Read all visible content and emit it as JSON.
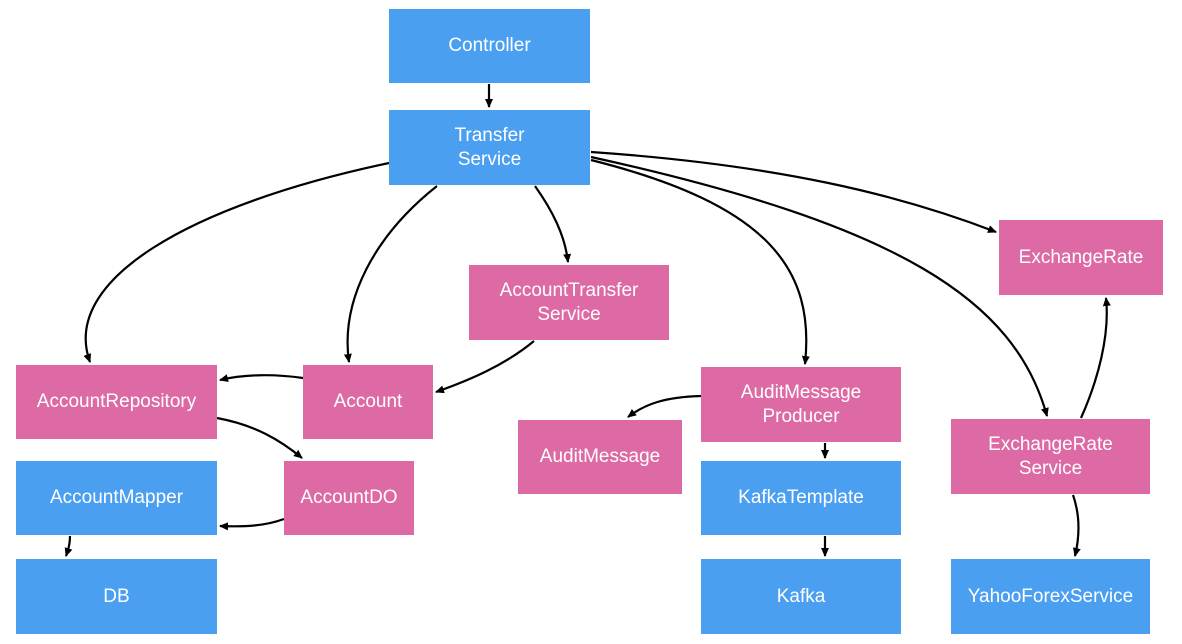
{
  "colors": {
    "infrastructure": "#4a9ff0",
    "domain": "#dd6aa4",
    "edge": "#000000"
  },
  "nodes": {
    "controller": {
      "lines": [
        "Controller"
      ],
      "color": "blue"
    },
    "transfer_service": {
      "lines": [
        "Transfer",
        "Service"
      ],
      "color": "blue"
    },
    "account_transfer_service": {
      "lines": [
        "AccountTransfer",
        "Service"
      ],
      "color": "pink"
    },
    "exchange_rate": {
      "lines": [
        "ExchangeRate"
      ],
      "color": "pink"
    },
    "account_repository": {
      "lines": [
        "AccountRepository"
      ],
      "color": "pink"
    },
    "account": {
      "lines": [
        "Account"
      ],
      "color": "pink"
    },
    "audit_message_producer": {
      "lines": [
        "AuditMessage",
        "Producer"
      ],
      "color": "pink"
    },
    "exchange_rate_service": {
      "lines": [
        "ExchangeRate",
        "Service"
      ],
      "color": "pink"
    },
    "audit_message": {
      "lines": [
        "AuditMessage"
      ],
      "color": "pink"
    },
    "account_mapper": {
      "lines": [
        "AccountMapper"
      ],
      "color": "blue"
    },
    "account_do": {
      "lines": [
        "AccountDO"
      ],
      "color": "pink"
    },
    "kafka_template": {
      "lines": [
        "KafkaTemplate"
      ],
      "color": "blue"
    },
    "db": {
      "lines": [
        "DB"
      ],
      "color": "blue"
    },
    "kafka": {
      "lines": [
        "Kafka"
      ],
      "color": "blue"
    },
    "yahoo_forex_service": {
      "lines": [
        "YahooForexService"
      ],
      "color": "blue"
    }
  },
  "edges": [
    {
      "from": "controller",
      "to": "transfer_service"
    },
    {
      "from": "transfer_service",
      "to": "account_repository"
    },
    {
      "from": "transfer_service",
      "to": "account"
    },
    {
      "from": "transfer_service",
      "to": "account_transfer_service"
    },
    {
      "from": "transfer_service",
      "to": "audit_message_producer"
    },
    {
      "from": "transfer_service",
      "to": "exchange_rate_service"
    },
    {
      "from": "transfer_service",
      "to": "exchange_rate"
    },
    {
      "from": "account_transfer_service",
      "to": "account"
    },
    {
      "from": "account",
      "to": "account_repository"
    },
    {
      "from": "account_repository",
      "to": "account_do"
    },
    {
      "from": "account_do",
      "to": "account_mapper"
    },
    {
      "from": "account_mapper",
      "to": "db"
    },
    {
      "from": "audit_message_producer",
      "to": "audit_message"
    },
    {
      "from": "audit_message_producer",
      "to": "kafka_template"
    },
    {
      "from": "kafka_template",
      "to": "kafka"
    },
    {
      "from": "exchange_rate_service",
      "to": "exchange_rate"
    },
    {
      "from": "exchange_rate_service",
      "to": "yahoo_forex_service"
    }
  ]
}
